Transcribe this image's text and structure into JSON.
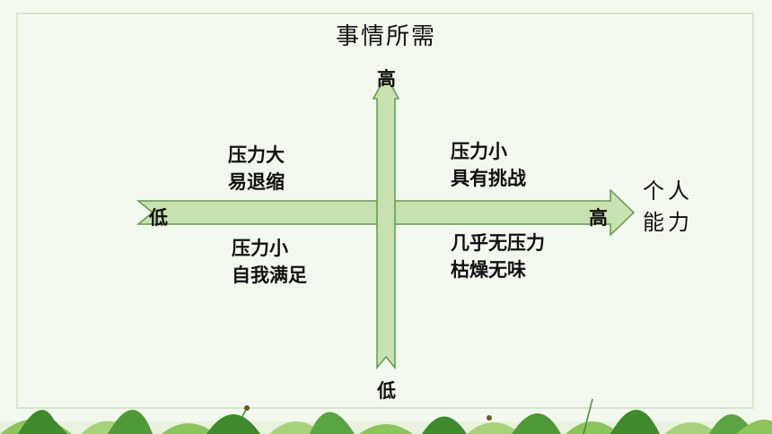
{
  "title": "事情所需",
  "vertical_axis": {
    "top_label": "高",
    "bottom_label": "低"
  },
  "horizontal_axis": {
    "left_label": "低",
    "right_label": "高",
    "title_line1": "个人",
    "title_line2": "能力"
  },
  "quadrants": {
    "top_left": {
      "line1": "压力大",
      "line2": "易退缩"
    },
    "top_right": {
      "line1": "压力小",
      "line2": "具有挑战"
    },
    "bottom_left": {
      "line1": "压力小",
      "line2": "自我满足"
    },
    "bottom_right": {
      "line1": "几乎无压力",
      "line2": "枯燥无味"
    }
  },
  "colors": {
    "arrow_fill": "#c7e2b0",
    "arrow_stroke": "#5f9a4a",
    "leaf_dark": "#3f8a2d",
    "leaf_light": "#8cc45c"
  }
}
